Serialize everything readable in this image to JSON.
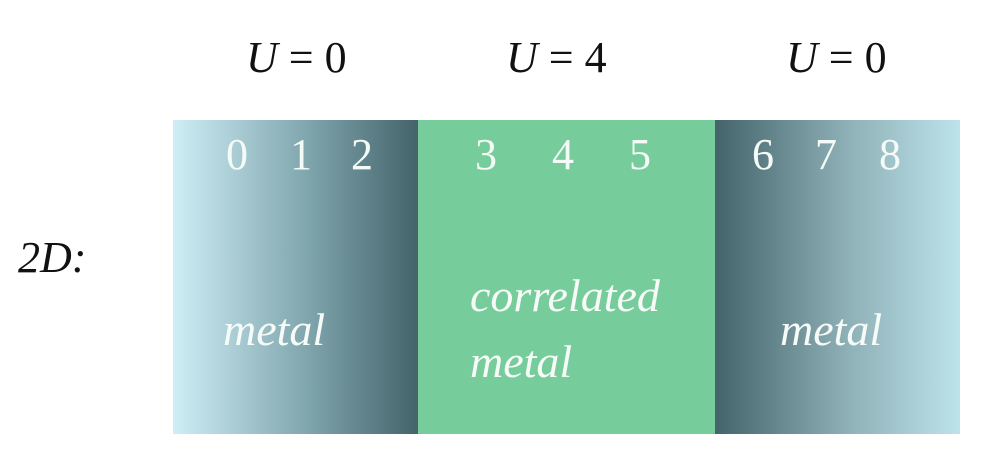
{
  "labels": {
    "u_left": {
      "var": "U",
      "rest": " = 0"
    },
    "u_mid": {
      "var": "U",
      "rest": " = 4"
    },
    "u_right": {
      "var": "U",
      "rest": " = 0"
    },
    "dimension": "2D:"
  },
  "sites": [
    "0",
    "1",
    "2",
    "3",
    "4",
    "5",
    "6",
    "7",
    "8"
  ],
  "regions": {
    "left": {
      "line1": "metal"
    },
    "middle": {
      "line1": "correlated",
      "line2": "metal"
    },
    "right": {
      "line1": "metal"
    }
  },
  "colors": {
    "left_gradient_light": "#cfeef6",
    "left_gradient_dark": "#44636a",
    "middle": "#77cc9b",
    "right_gradient_light": "#bde3ea",
    "text_on_region": "#f6fbf8"
  }
}
